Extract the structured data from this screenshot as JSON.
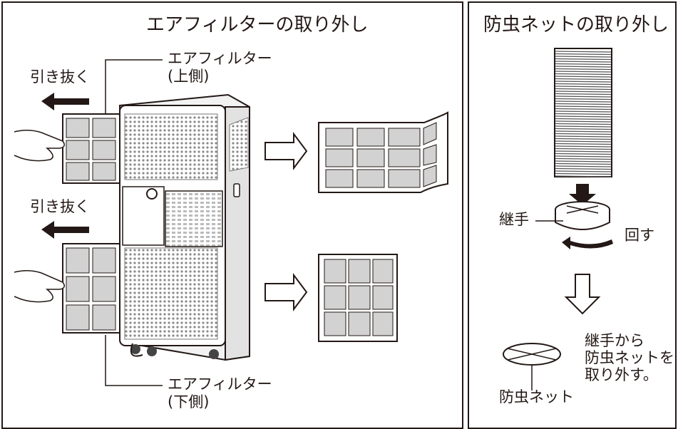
{
  "left_panel": {
    "title": "エアフィルターの取り外し",
    "pull_label_top": "引き抜く",
    "pull_label_bottom": "引き抜く",
    "filter_upper_name": "エアフィルター",
    "filter_upper_pos": "(上側)",
    "filter_lower_name": "エアフィルター",
    "filter_lower_pos": "(下側)"
  },
  "right_panel": {
    "title": "防虫ネットの取り外し",
    "joint_label": "継手",
    "rotate_label": "回す",
    "net_label": "防虫ネット",
    "instruction_lines": [
      "継手から",
      "防虫ネットを",
      "取り外す。"
    ]
  }
}
